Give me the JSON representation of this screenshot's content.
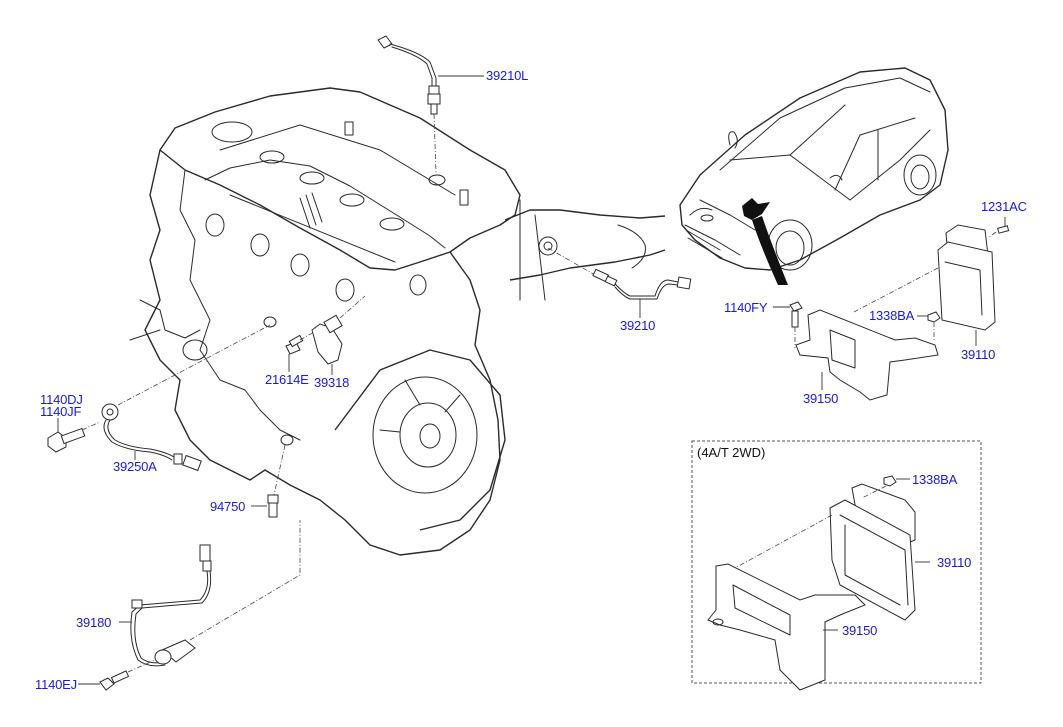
{
  "diagram": {
    "subject": "Electronic control - engine (sensors and ECU)",
    "label_color": "#1a1adb",
    "labels": {
      "p39210L": "39210L",
      "p39210": "39210",
      "p1231AC": "1231AC",
      "p1140FY": "1140FY",
      "p1338BA_main": "1338BA",
      "p39110_main": "39110",
      "p39150_main": "39150",
      "p21614E": "21614E",
      "p39318": "39318",
      "p1140DJ": "1140DJ",
      "p1140JF": "1140JF",
      "p39250A": "39250A",
      "p94750": "94750",
      "p39180": "39180",
      "p1140EJ": "1140EJ",
      "p1338BA_alt": "1338BA",
      "p39110_alt": "39110",
      "p39150_alt": "39150"
    },
    "variant_box": {
      "title": "(4A/T 2WD)"
    }
  }
}
